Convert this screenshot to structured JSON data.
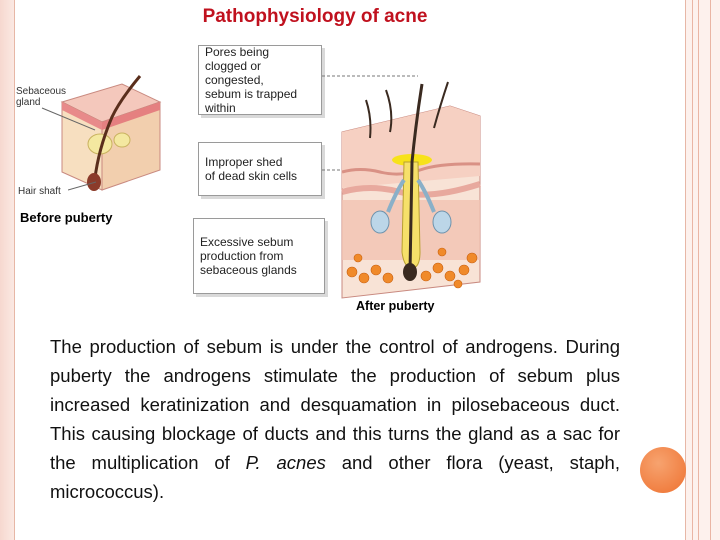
{
  "title": "Pathophysiology of acne",
  "before_caption": "Before puberty",
  "after_caption": "After puberty",
  "before_labels": {
    "sebaceous_gland": "Sebaceous\ngland",
    "hair_shaft": "Hair shaft"
  },
  "boxes": [
    {
      "text": "Pores being\nclogged or congested,\nsebum is trapped within"
    },
    {
      "text": "Improper shed\nof dead skin cells"
    },
    {
      "text": "Excessive sebum\nproduction from\nsebaceous glands"
    }
  ],
  "paragraph": {
    "before_italic": "The production of sebum is under the control of androgens. During  puberty the androgens stimulate the production of sebum plus increased keratinization and desquamation in pilosebaceous duct. This causing blockage of ducts and this turns the  gland as a sac for the multiplication of ",
    "italic": "P. acnes",
    "after_italic": " and other flora (yeast, staph, micrococcus)."
  },
  "colors": {
    "title": "#c0111e",
    "accent_dot": "#ee7130",
    "frame": "#f6d8cf"
  }
}
